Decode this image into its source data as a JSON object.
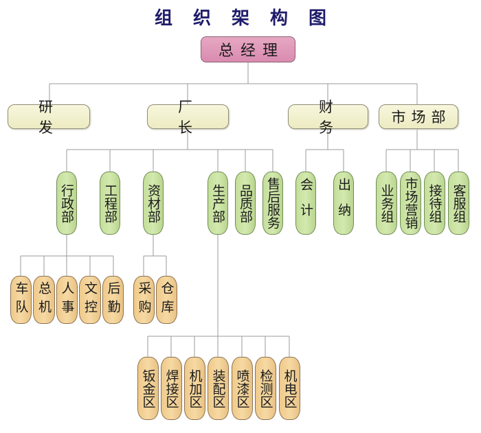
{
  "title": "组织架构图",
  "root": {
    "label": "总经理"
  },
  "departments": [
    {
      "label": "研发"
    },
    {
      "label": "厂长"
    },
    {
      "label": "财务"
    },
    {
      "label": "市场部"
    }
  ],
  "factory_units": [
    {
      "label": "行政部"
    },
    {
      "label": "工程部"
    },
    {
      "label": "资材部"
    },
    {
      "label": "生产部"
    },
    {
      "label": "品质部"
    },
    {
      "label": "售后服务"
    }
  ],
  "finance_units": [
    {
      "label": "会计"
    },
    {
      "label": "出纳"
    }
  ],
  "market_units": [
    {
      "label": "业务组"
    },
    {
      "label": "市场营销"
    },
    {
      "label": "接待组"
    },
    {
      "label": "客服组"
    }
  ],
  "admin_units": [
    {
      "label": "车队"
    },
    {
      "label": "总机"
    },
    {
      "label": "人事"
    },
    {
      "label": "文控"
    },
    {
      "label": "后勤"
    }
  ],
  "materials_units": [
    {
      "label": "采购"
    },
    {
      "label": "仓库"
    }
  ],
  "production_units": [
    {
      "label": "钣金区"
    },
    {
      "label": "焊接区"
    },
    {
      "label": "机加区"
    },
    {
      "label": "装配区"
    },
    {
      "label": "喷漆区"
    },
    {
      "label": "检测区"
    },
    {
      "label": "机电区"
    }
  ],
  "colors": {
    "title": "#1f1b6b",
    "root": "#dd93b5",
    "department": "#f3f1d1",
    "unit": "#cbe3a3",
    "subunit": "#f2d196",
    "line": "#9a9a9a"
  }
}
